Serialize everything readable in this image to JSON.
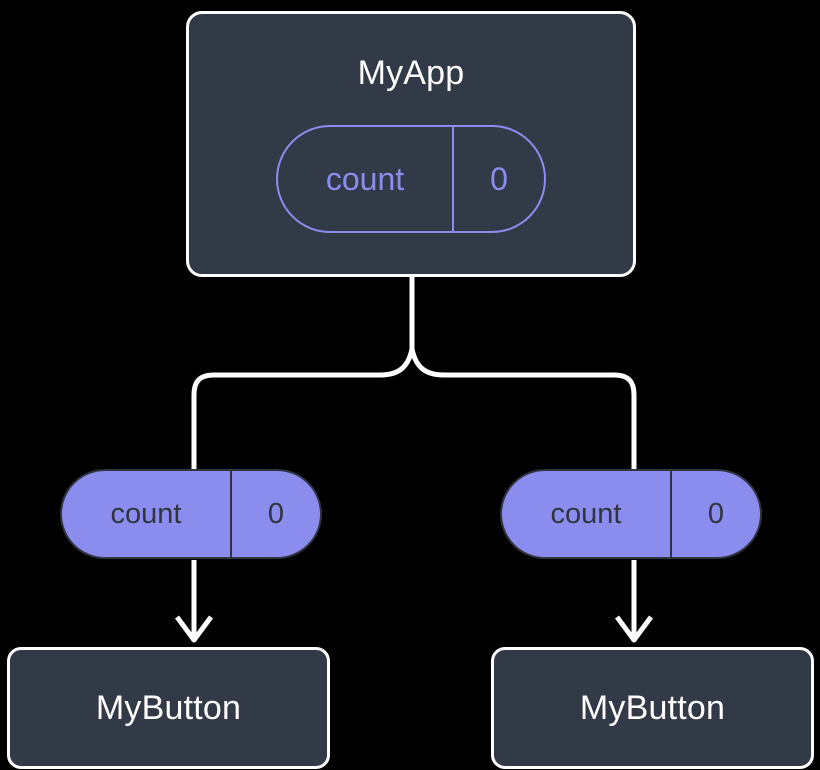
{
  "diagram": {
    "type": "component-tree",
    "background_color": "#000000",
    "palette": {
      "node_fill": "#333a47",
      "node_stroke": "#ffffff",
      "node_text": "#ffffff",
      "state_accent": "#8a8ded",
      "state_text_dark": "#2f3440",
      "edge_color": "#ffffff"
    },
    "root": {
      "id": "myapp",
      "label": "MyApp",
      "style": "dark-box",
      "state_pill": {
        "key": "count",
        "value": "0",
        "style": "outlined"
      }
    },
    "branches": [
      {
        "id": "branch-left",
        "state_pill": {
          "key": "count",
          "value": "0",
          "style": "filled"
        },
        "child": {
          "id": "mybutton-left",
          "label": "MyButton",
          "style": "dark-box"
        }
      },
      {
        "id": "branch-right",
        "state_pill": {
          "key": "count",
          "value": "0",
          "style": "filled"
        },
        "child": {
          "id": "mybutton-right",
          "label": "MyButton",
          "style": "dark-box"
        }
      }
    ],
    "edges": {
      "root_to_split": "vertical line from MyApp bottom down to branch point",
      "split_to_branches": "rounded T-split fanning out left and right",
      "pill_to_child": "downward arrow with chevron arrowhead"
    }
  }
}
